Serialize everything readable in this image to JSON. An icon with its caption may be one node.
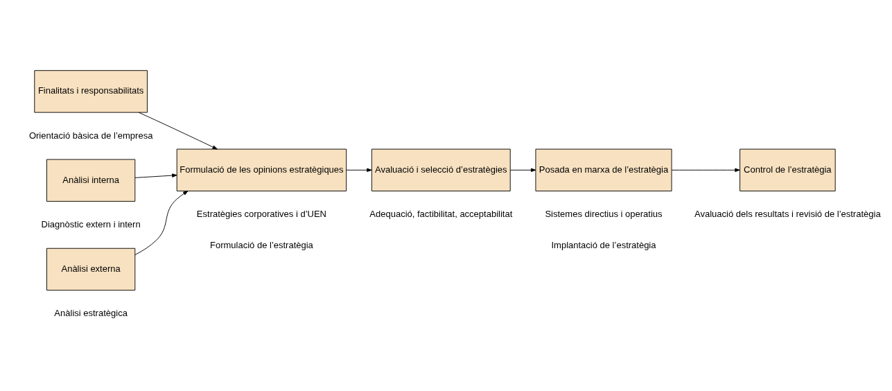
{
  "diagram": {
    "nodes": [
      {
        "text": [
          "Finalitats i responsabilitats"
        ]
      },
      {
        "text": [
          "Anàlisi externa"
        ]
      },
      {
        "text": [
          "Anàlisi interna"
        ]
      },
      {
        "text": [
          "Formulació de les opinions estratègiques"
        ]
      },
      {
        "text": [
          "Avaluació i selecció d’estratègies"
        ]
      },
      {
        "text": [
          "Posada en marxa de l’estratègia"
        ]
      },
      {
        "text": [
          "Control de l’estratègia"
        ]
      }
    ],
    "edges": [
      {
        "from": 0,
        "to": 3,
        "arrow": "to"
      },
      {
        "from": 1,
        "to": 3,
        "arrow": "to"
      },
      {
        "from": 2,
        "to": 3,
        "arrow": "to"
      },
      {
        "from": 3,
        "to": 4,
        "arrow": "to"
      },
      {
        "from": 4,
        "to": 5,
        "arrow": "to"
      },
      {
        "from": 5,
        "to": 6,
        "arrow": "to"
      }
    ],
    "labels": [
      "Orientació bàsica de l’empresa",
      "Diagnòstic extern i intern",
      "Estratègies corporatives i d’UEN",
      "Adequació, factibilitat, acceptabilitat",
      "Sistemes directius i operatius",
      "Avaluació dels resultats i revisió de l’estratègia",
      "Anàlisi estratègica",
      "Formulació de l’estratègia",
      "Implantació de l’estratègia"
    ]
  }
}
